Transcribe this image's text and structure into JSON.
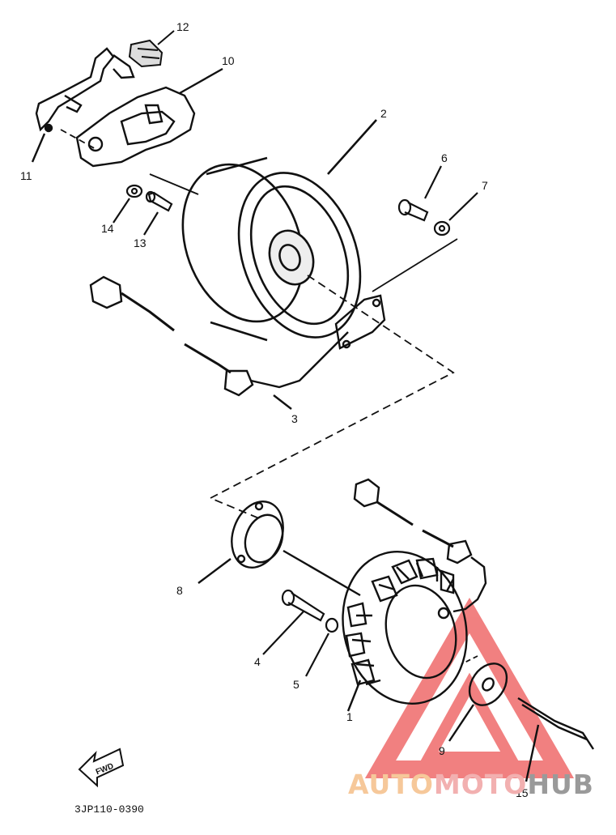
{
  "diagram": {
    "part_numbers": [
      "1",
      "2",
      "3",
      "4",
      "5",
      "6",
      "7",
      "8",
      "9",
      "10",
      "11",
      "12",
      "13",
      "14",
      "15"
    ],
    "drawing_code": "3JP110-0390",
    "fwd_label": "FWD"
  },
  "watermark": {
    "brand_part1": "AUTO",
    "brand_part2": "MOTO",
    "brand_part3": "HUB",
    "colors": {
      "auto": "#f6c89a",
      "moto": "#f2b0b0",
      "hub": "#9a9a9a",
      "triangle": "#ef6b6b"
    }
  }
}
